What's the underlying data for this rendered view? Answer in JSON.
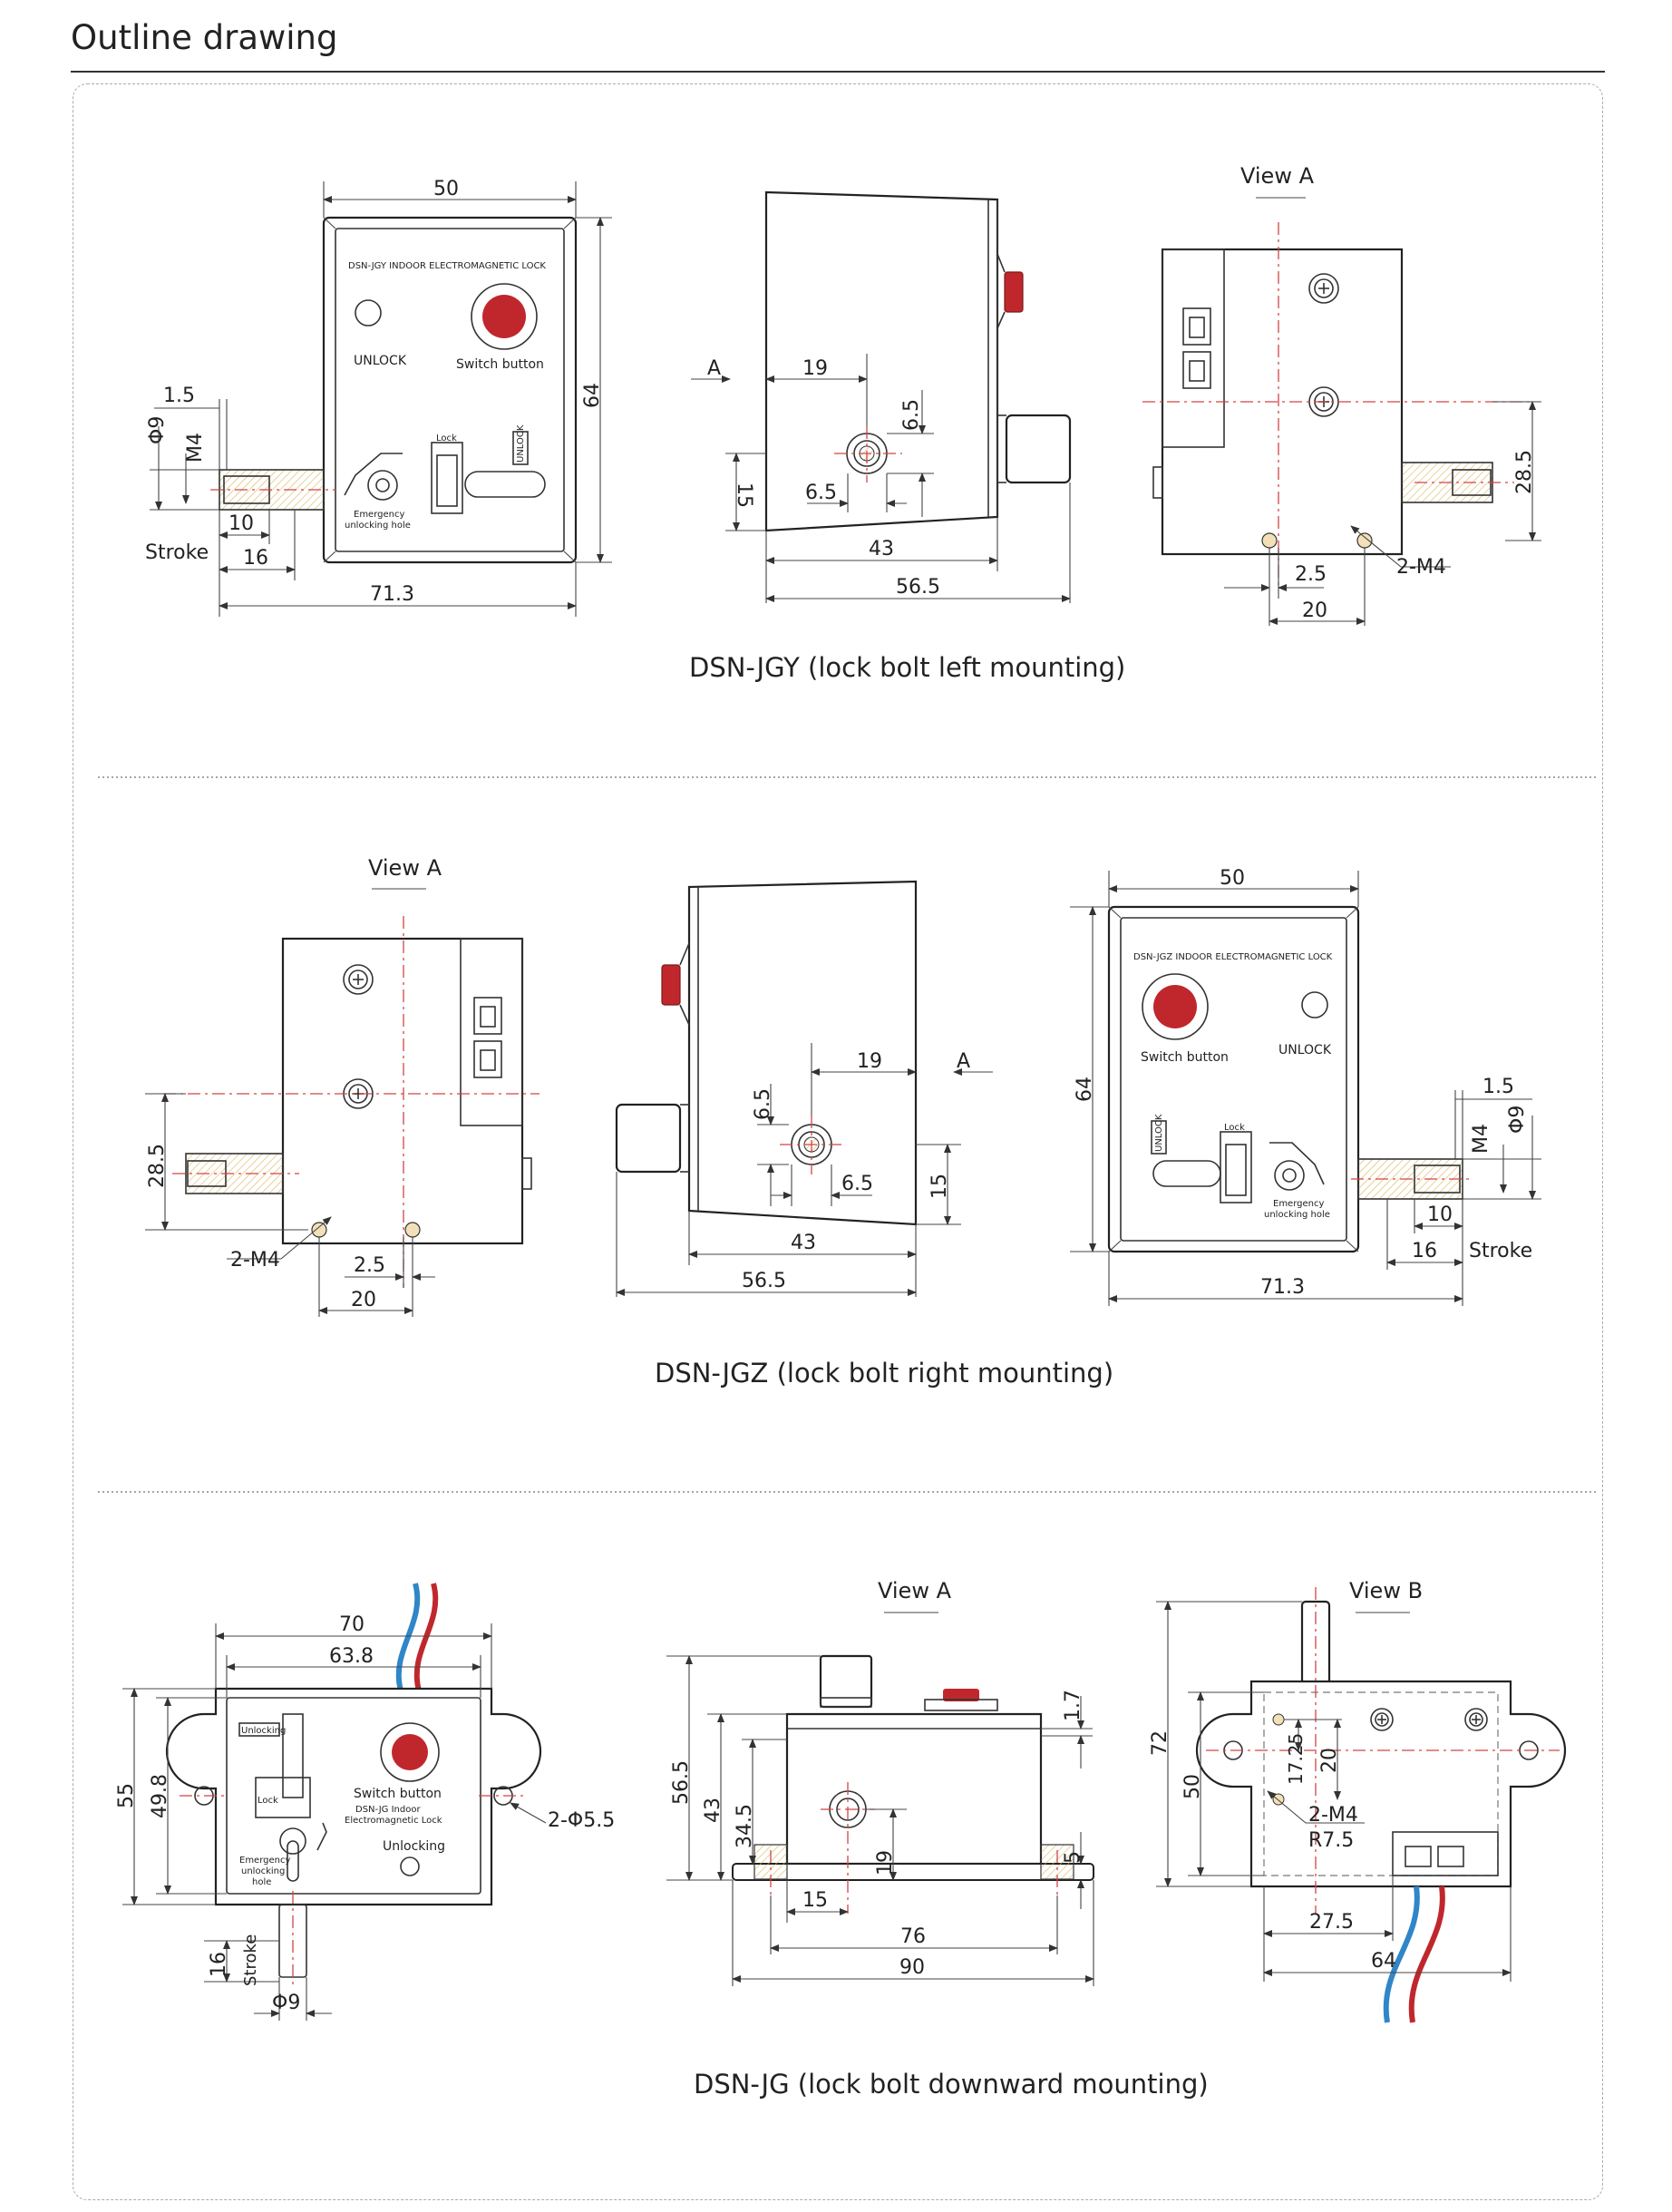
{
  "page": {
    "title": "Outline drawing"
  },
  "colors": {
    "centerline": "#d34545",
    "button_red": "#c0272d",
    "wire_blue": "#2f86c8",
    "wire_red": "#c0272d",
    "screw_fill": "#f2e0b8"
  },
  "sections": [
    {
      "caption": "DSN-JGY (lock bolt left mounting)",
      "front": {
        "label_title": "DSN-JGY INDOOR ELECTROMAGNETIC LOCK",
        "label_unlock": "UNLOCK",
        "label_switch": "Switch button",
        "label_lock": "Lock",
        "label_unlock_small": "UNLOCK",
        "label_emergency_1": "Emergency",
        "label_emergency_2": "unlocking hole",
        "dims": {
          "width": "50",
          "height": "64",
          "gap": "1.5",
          "phi": "Φ9",
          "thread": "M4",
          "d10": "10",
          "d16": "16",
          "stroke": "Stroke",
          "total": "71.3"
        }
      },
      "side": {
        "a_marker": "A",
        "dims": {
          "d19": "19",
          "d6_5_v": "6.5",
          "d6_5_h": "6.5",
          "d15": "15",
          "d43": "43",
          "d56_5": "56.5"
        }
      },
      "viewA": {
        "title": "View A",
        "dims": {
          "d28_5": "28.5",
          "d2_5": "2.5",
          "d20": "20",
          "m4": "2-M4"
        }
      }
    },
    {
      "caption": "DSN-JGZ (lock bolt right mounting)",
      "viewA": {
        "title": "View A",
        "dims": {
          "d28_5": "28.5",
          "d2_5": "2.5",
          "d20": "20",
          "m4": "2-M4"
        }
      },
      "side": {
        "a_marker": "A",
        "dims": {
          "d19": "19",
          "d6_5_v": "6.5",
          "d6_5_h": "6.5",
          "d15": "15",
          "d43": "43",
          "d56_5": "56.5"
        }
      },
      "front": {
        "label_title": "DSN-JGZ INDOOR ELECTROMAGNETIC LOCK",
        "label_unlock": "UNLOCK",
        "label_switch": "Switch button",
        "label_lock": "Lock",
        "label_unlock_small": "UNLOCK",
        "label_emergency_1": "Emergency",
        "label_emergency_2": "unlocking hole",
        "dims": {
          "width": "50",
          "height": "64",
          "gap": "1.5",
          "phi": "Φ9",
          "thread": "M4",
          "d10": "10",
          "d16": "16",
          "stroke": "Stroke",
          "total": "71.3"
        }
      }
    },
    {
      "caption": "DSN-JG (lock bolt downward mounting)",
      "front": {
        "label_unlocking_small": "Unlocking",
        "label_lock": "Lock",
        "label_switch": "Switch button",
        "label_title_1": "DSN-JG Indoor",
        "label_title_2": "Electromagnetic Lock",
        "label_unlocking": "Unlocking",
        "label_emergency_1": "Emergency",
        "label_emergency_2": "unlocking",
        "label_emergency_3": "hole",
        "dims": {
          "d70": "70",
          "d63_8": "63.8",
          "d55": "55",
          "d49_8": "49.8",
          "holes": "2-Φ5.5",
          "d16": "16",
          "stroke": "Stroke",
          "phi": "Φ9"
        }
      },
      "viewA": {
        "title": "View A",
        "dims": {
          "d56_5": "56.5",
          "d43": "43",
          "d34_5": "34.5",
          "d19": "19",
          "d15": "15",
          "d76": "76",
          "d90": "90",
          "d1_7": "1.7",
          "d5": "5"
        }
      },
      "viewB": {
        "title": "View B",
        "dims": {
          "d72": "72",
          "d50": "50",
          "d17_25": "17.25",
          "d20": "20",
          "m4": "2-M4",
          "r7_5": "R7.5",
          "d27_5": "27.5",
          "d64": "64"
        }
      }
    }
  ]
}
